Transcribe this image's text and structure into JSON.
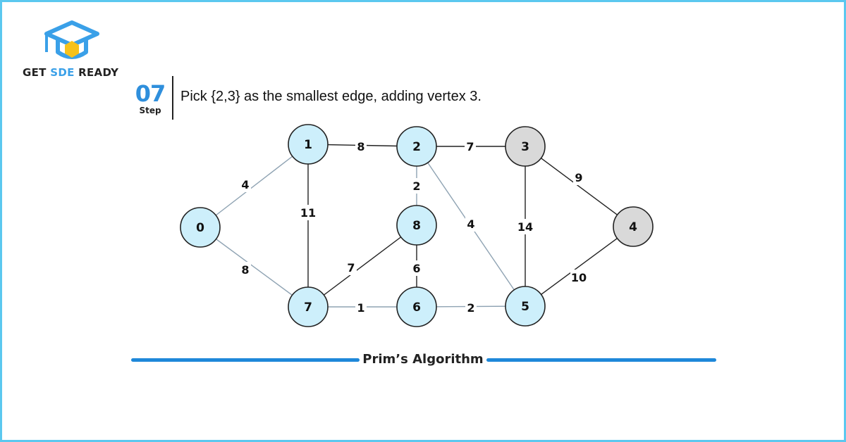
{
  "brand": {
    "part1": "GET ",
    "part2": "SDE",
    "part3": " READY"
  },
  "step": {
    "number": "07",
    "label": "Step",
    "description": "Pick {2,3} as the smallest edge, adding vertex 3."
  },
  "graph": {
    "colors": {
      "node_default": "#cdeffb",
      "node_highlight": "#d9d9d9",
      "node_stroke": "#222222",
      "edge_dark": "#222222",
      "edge_light": "#8fa3b3"
    },
    "nodes": [
      {
        "id": "0",
        "label": "0",
        "state": "default"
      },
      {
        "id": "1",
        "label": "1",
        "state": "default"
      },
      {
        "id": "2",
        "label": "2",
        "state": "default"
      },
      {
        "id": "3",
        "label": "3",
        "state": "highlight"
      },
      {
        "id": "4",
        "label": "4",
        "state": "highlight"
      },
      {
        "id": "5",
        "label": "5",
        "state": "default"
      },
      {
        "id": "6",
        "label": "6",
        "state": "default"
      },
      {
        "id": "7",
        "label": "7",
        "state": "default"
      },
      {
        "id": "8",
        "label": "8",
        "state": "default"
      }
    ],
    "edges": [
      {
        "from": "0",
        "to": "1",
        "weight": "4",
        "style": "light"
      },
      {
        "from": "0",
        "to": "7",
        "weight": "8",
        "style": "light"
      },
      {
        "from": "1",
        "to": "2",
        "weight": "8",
        "style": "dark"
      },
      {
        "from": "1",
        "to": "7",
        "weight": "11",
        "style": "dark"
      },
      {
        "from": "2",
        "to": "3",
        "weight": "7",
        "style": "dark"
      },
      {
        "from": "2",
        "to": "8",
        "weight": "2",
        "style": "light"
      },
      {
        "from": "2",
        "to": "5",
        "weight": "4",
        "style": "light"
      },
      {
        "from": "3",
        "to": "4",
        "weight": "9",
        "style": "dark"
      },
      {
        "from": "3",
        "to": "5",
        "weight": "14",
        "style": "dark"
      },
      {
        "from": "4",
        "to": "5",
        "weight": "10",
        "style": "dark"
      },
      {
        "from": "5",
        "to": "6",
        "weight": "2",
        "style": "light"
      },
      {
        "from": "6",
        "to": "7",
        "weight": "1",
        "style": "light"
      },
      {
        "from": "6",
        "to": "8",
        "weight": "6",
        "style": "dark"
      },
      {
        "from": "7",
        "to": "8",
        "weight": "7",
        "style": "dark"
      }
    ]
  },
  "footer": {
    "title": "Prim’s Algorithm"
  }
}
